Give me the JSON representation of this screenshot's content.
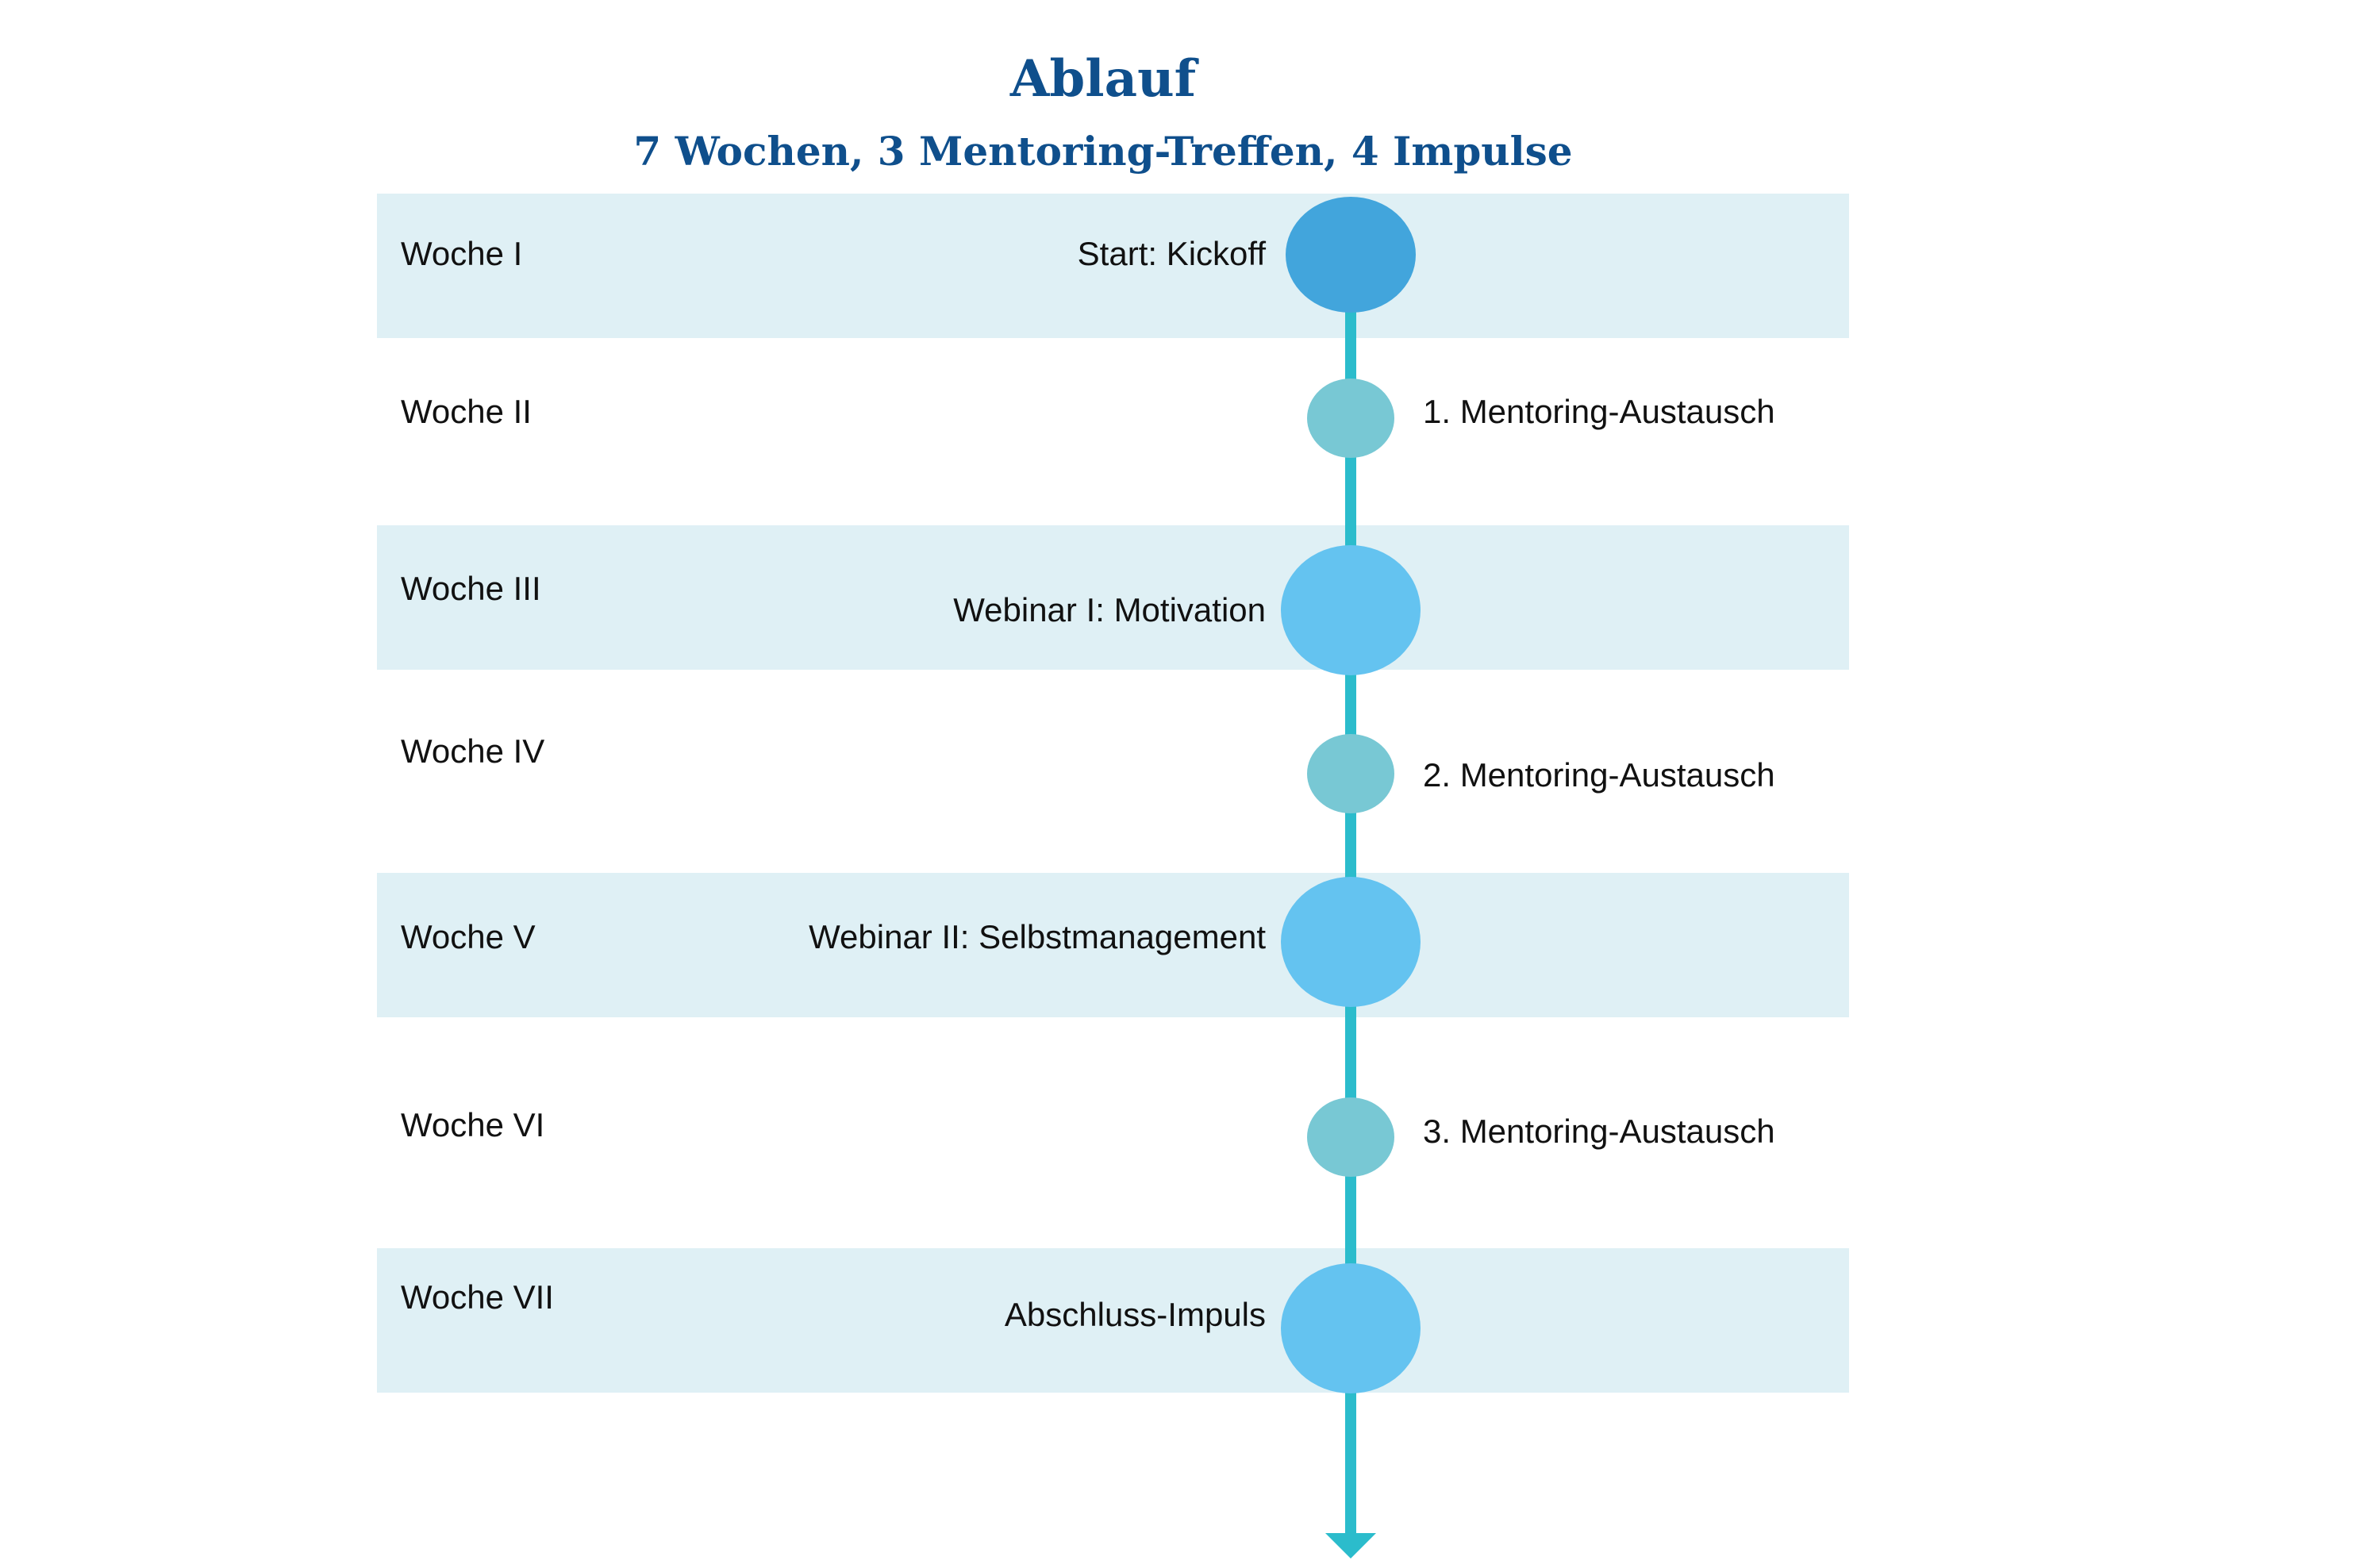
{
  "header": {
    "title": "Ablauf",
    "subtitle": "7 Wochen, 3 Mentoring-Treffen, 4 Impulse"
  },
  "colors": {
    "title": "#0f4f8c",
    "band": "#dff0f5",
    "timeline_line": "#2bbccc",
    "kickoff_node": "#42a5dc",
    "webinar_node": "#64c3f0",
    "mentoring_node": "#78c8d4"
  },
  "weeks": [
    {
      "label": "Woche I"
    },
    {
      "label": "Woche II"
    },
    {
      "label": "Woche III"
    },
    {
      "label": "Woche IV"
    },
    {
      "label": "Woche V"
    },
    {
      "label": "Woche VI"
    },
    {
      "label": "Woche VII"
    }
  ],
  "events": [
    {
      "label": "Start: Kickoff",
      "kind": "kickoff",
      "week": 1
    },
    {
      "label": "1. Mentoring-Austausch",
      "kind": "mentoring",
      "week": 2
    },
    {
      "label": "Webinar I: Motivation",
      "kind": "webinar",
      "week": 3
    },
    {
      "label": "2. Mentoring-Austausch",
      "kind": "mentoring",
      "week": 4
    },
    {
      "label": "Webinar II: Selbstmanagement",
      "kind": "webinar",
      "week": 5
    },
    {
      "label": "3. Mentoring-Austausch",
      "kind": "mentoring",
      "week": 6
    },
    {
      "label": "Abschluss-Impuls",
      "kind": "webinar",
      "week": 7
    }
  ]
}
